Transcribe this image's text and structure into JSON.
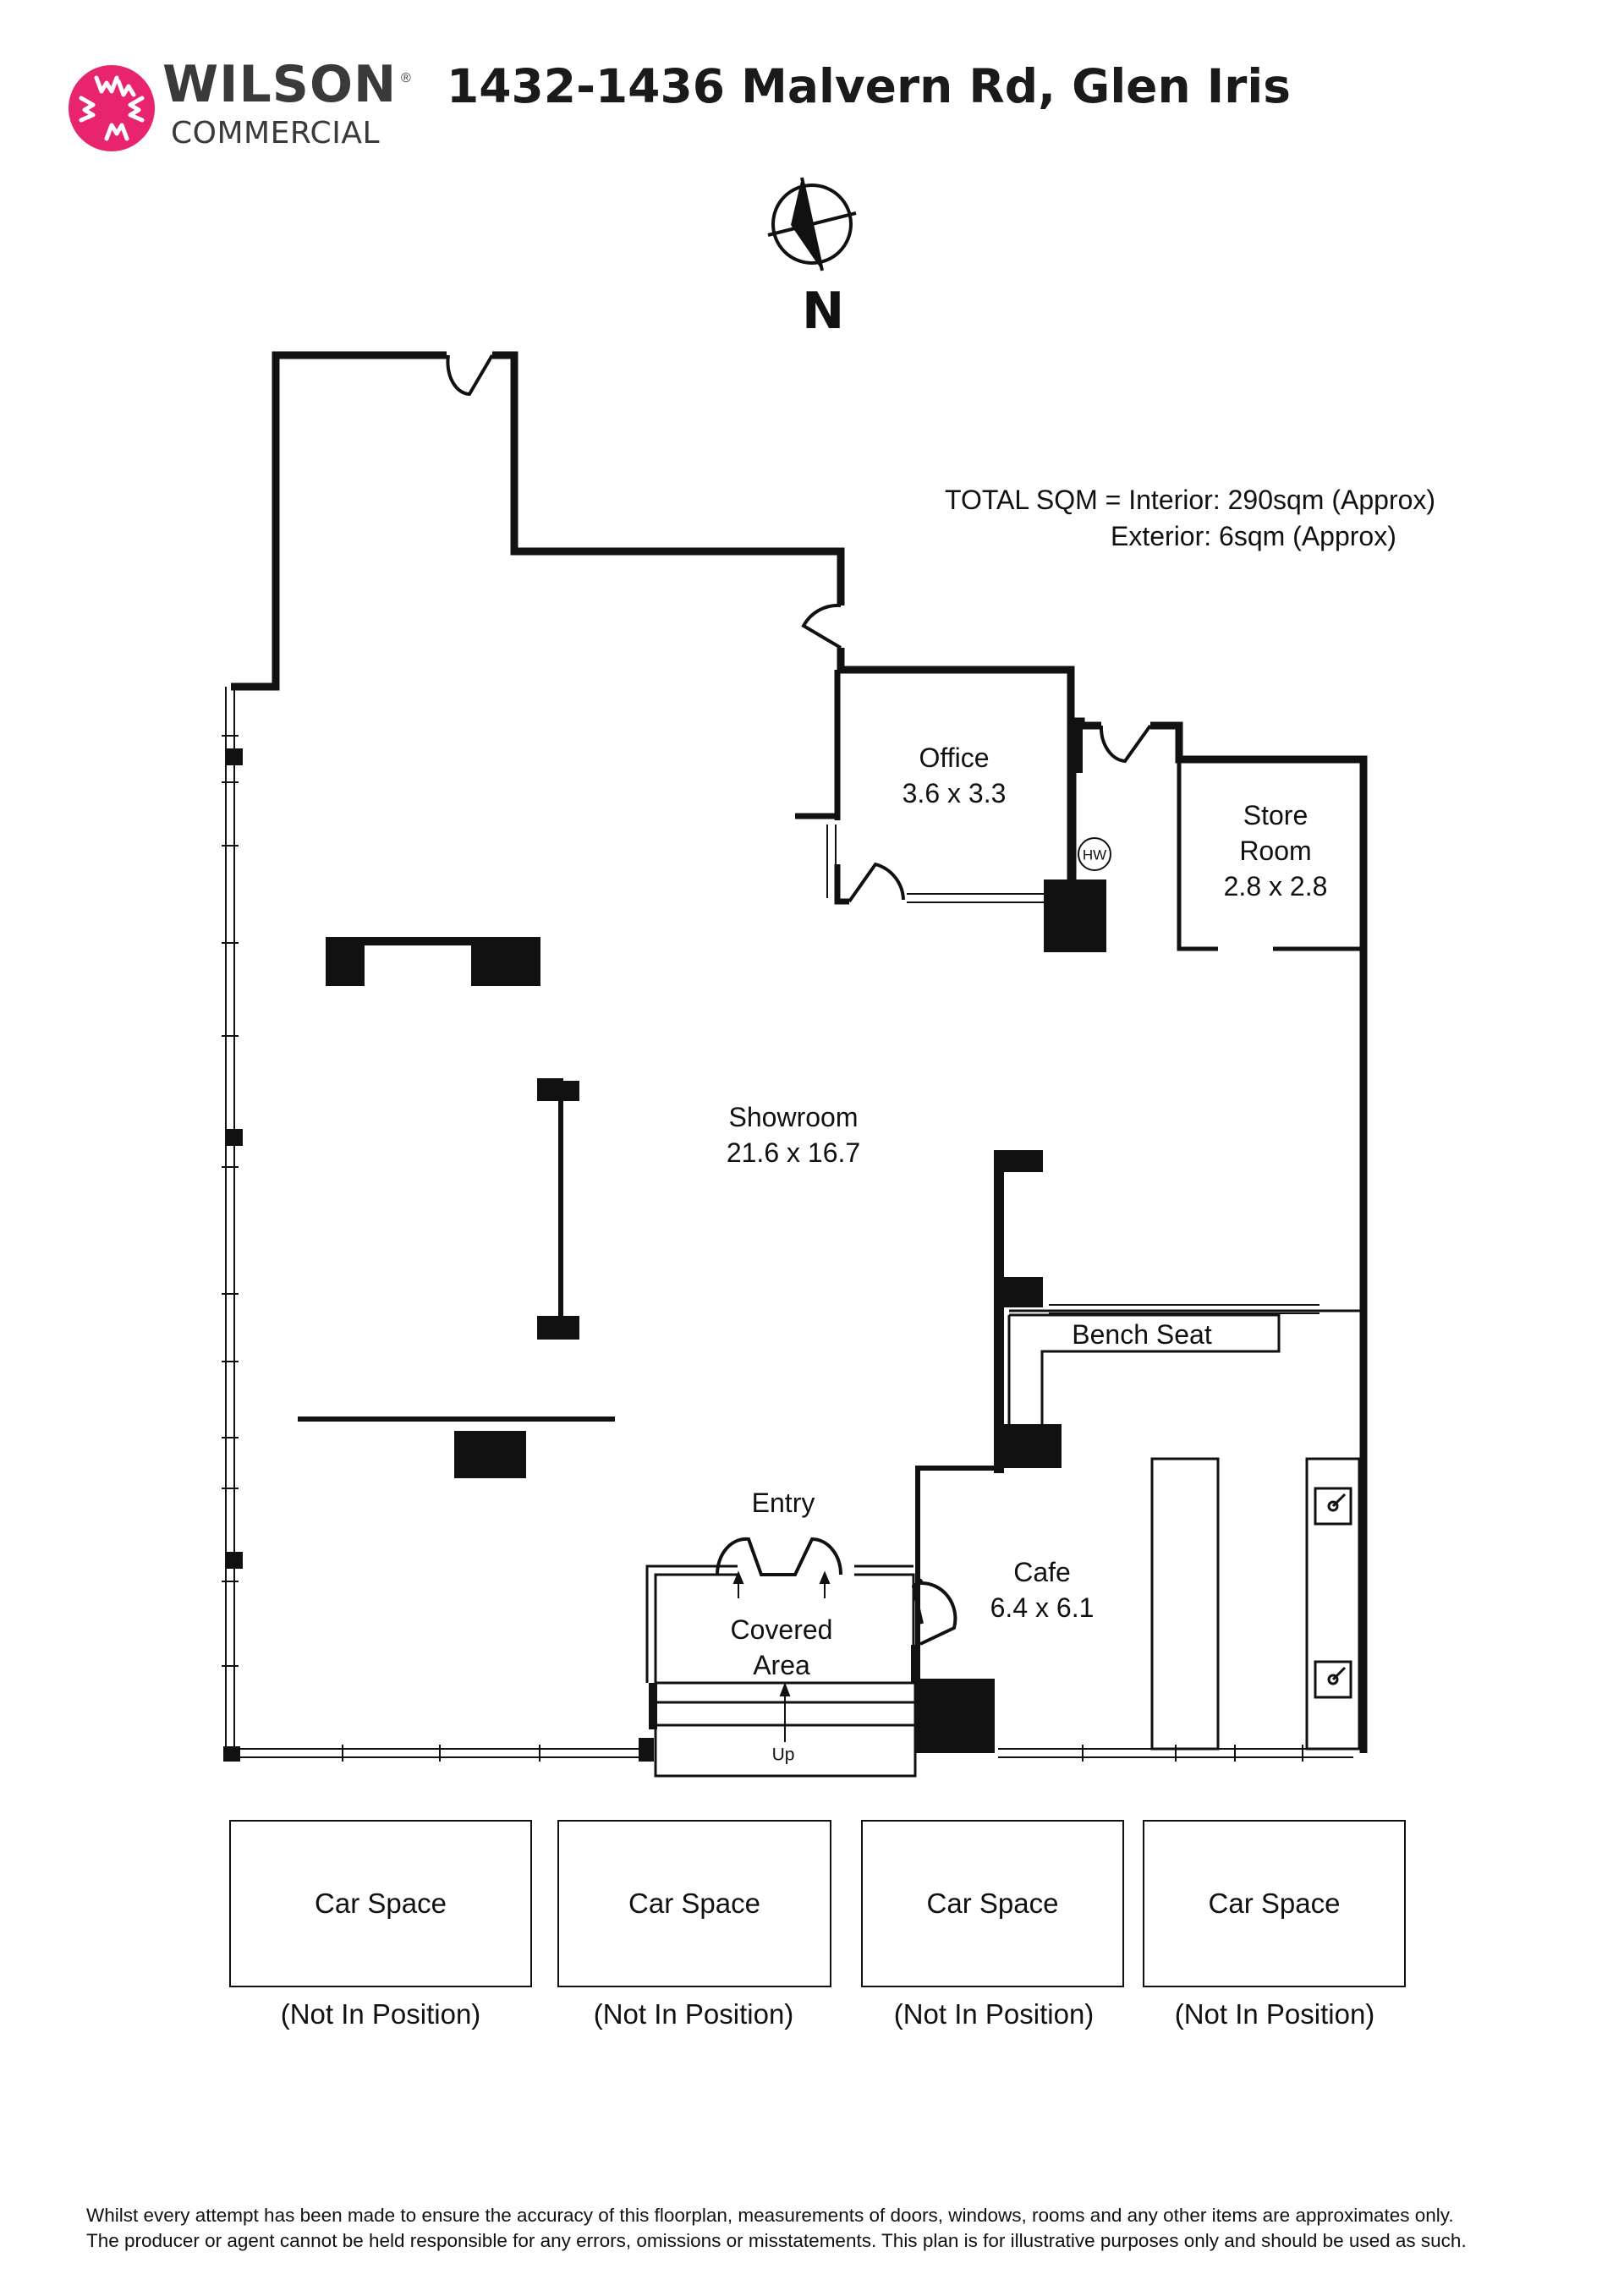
{
  "brand": {
    "name": "WILSON",
    "registered": "®",
    "sub": "COMMERCIAL",
    "logo_color": "#e8246f",
    "logo_text_color": "#3a3a3a"
  },
  "title": "1432-1436 Malvern Rd, Glen Iris",
  "compass": {
    "label": "N",
    "icon": "north-arrow-icon"
  },
  "totals": {
    "line1": "TOTAL SQM = Interior: 290sqm (Approx)",
    "line2": "Exterior: 6sqm (Approx)"
  },
  "rooms": {
    "office": {
      "name": "Office",
      "size": "3.6 x 3.3"
    },
    "store": {
      "name1": "Store",
      "name2": "Room",
      "size": "2.8 x 2.8"
    },
    "showroom": {
      "name": "Showroom",
      "size": "21.6 x 16.7"
    },
    "bench": {
      "name": "Bench Seat"
    },
    "entry": {
      "name": "Entry"
    },
    "covered": {
      "name1": "Covered",
      "name2": "Area"
    },
    "cafe": {
      "name": "Cafe",
      "size": "6.4 x 6.1"
    }
  },
  "stairs_label": "Up",
  "hot_water_label": "HW",
  "car_spaces": [
    {
      "label": "Car Space",
      "note": "(Not In Position)"
    },
    {
      "label": "Car Space",
      "note": "(Not In Position)"
    },
    {
      "label": "Car Space",
      "note": "(Not In Position)"
    },
    {
      "label": "Car Space",
      "note": "(Not In Position)"
    }
  ],
  "disclaimer": {
    "line1": "Whilst every attempt has been made to ensure the accuracy of this floorplan, measurements of doors, windows, rooms and any other items are approximates only.",
    "line2": "The producer or agent cannot be held responsible for any errors, omissions or misstatements. This plan is for illustrative purposes only and should be used as such."
  }
}
